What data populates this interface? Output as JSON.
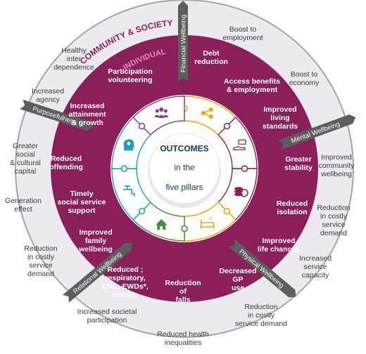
{
  "colors": {
    "outer_ring": "#eceaee",
    "outer_ring_stroke": "#a8a3ab",
    "middle_ring": "#8a1f5c",
    "inner_band": "#ffffff",
    "banner": "#5d5d5d",
    "accent_purple": "#8a1f5c",
    "center_text": "#173a6b"
  },
  "titles": {
    "community": "COMMUNITY & SOCIETY",
    "individual": "INDIVIDUAL"
  },
  "center": {
    "line1": "OUTCOMES",
    "line2": "in the",
    "line3": "five pillars"
  },
  "pillars": {
    "financial": "Financial Wellbeing",
    "mental": "Mental Wellbeing",
    "physical": "Physical Wellbeing",
    "relational": "Relational Wellbeing",
    "purposefulness": "Purposefulness"
  },
  "community_items": [
    "Boost to\nemployment",
    "Boost to\neconomy",
    "Improved\ncommunity\nwellbeing",
    "Reduction\nin costly\nservice\ndemand",
    "Increased\nservice\ncapacity",
    "Reduction\nin costly\nservice demand",
    "Reduced health\ninequalities",
    "Increased societal\nparticipation",
    "Reduction\nin costly\nservice\ndemand",
    "Generation\neffect",
    "Greater\nsocial\n& cultural\ncapital",
    "Increased\nagency",
    "Healthy\ninter\ndependence"
  ],
  "individual_items": [
    "Debt\nreduction",
    "Access benefits\n& employment",
    "Improved\nliving\nstandards",
    "Greater\nstability",
    "Reduced\nisolation",
    "Improved\nlife chances",
    "Decreased\nGP\nuse",
    "Reduction\nof\nfalls",
    "Reduced ;\nrespiratory,\nCVD, EWDs*,\nsuicide",
    "Improved\nfamily\nwellbeing",
    "Timely\nsocial service\nsupport",
    "Reduced\noffending",
    "Increased\nattainment\n& growth",
    "Participation\nvolunteering"
  ],
  "segments": [
    {
      "icon": "share-network-icon",
      "color": "#f0a500"
    },
    {
      "icon": "hand-money-icon",
      "color": "#8a1f5c"
    },
    {
      "icon": "coins-stack-icon",
      "color": "#8a1f5c"
    },
    {
      "icon": "bed-icon",
      "color": "#f0a500"
    },
    {
      "icon": "house-icon",
      "color": "#3f8f3a"
    },
    {
      "icon": "tap-icon",
      "color": "#1f9bc8"
    },
    {
      "icon": "brain-head-icon",
      "color": "#1f9bc8"
    },
    {
      "icon": "people-group-icon",
      "color": "#7a3e98"
    }
  ]
}
